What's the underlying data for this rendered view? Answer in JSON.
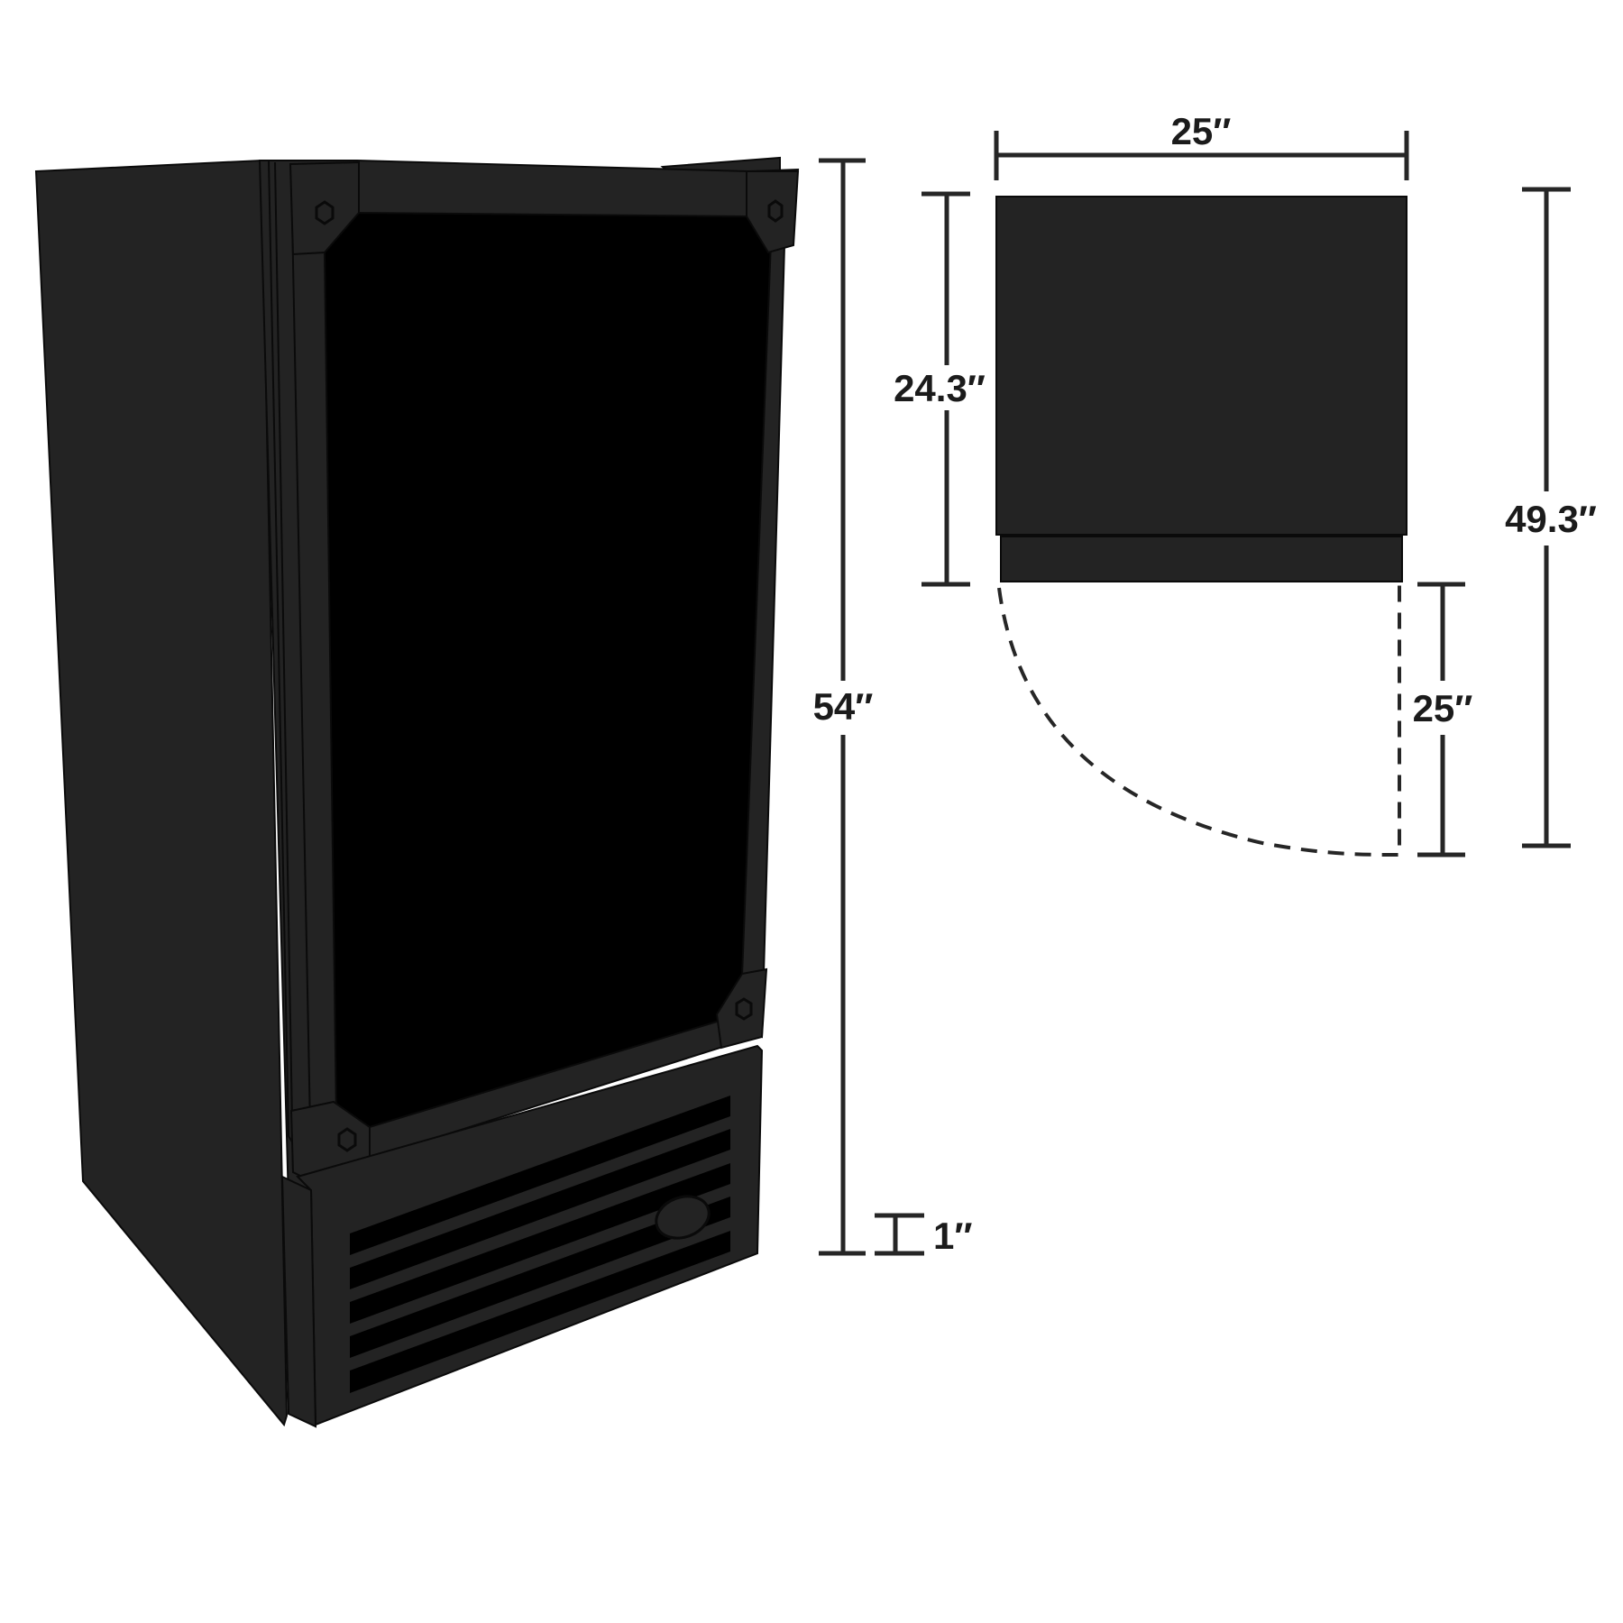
{
  "dimensions": {
    "overall_height": "54″",
    "leg_height": "1″",
    "top_width": "25″",
    "cabinet_depth": "24.3″",
    "door_swing": "25″",
    "total_depth_door_open": "49.3″"
  },
  "colors": {
    "body": "#232323",
    "glass": "#000000",
    "dimension_lines": "#262626",
    "text": "#1b1b1b"
  }
}
